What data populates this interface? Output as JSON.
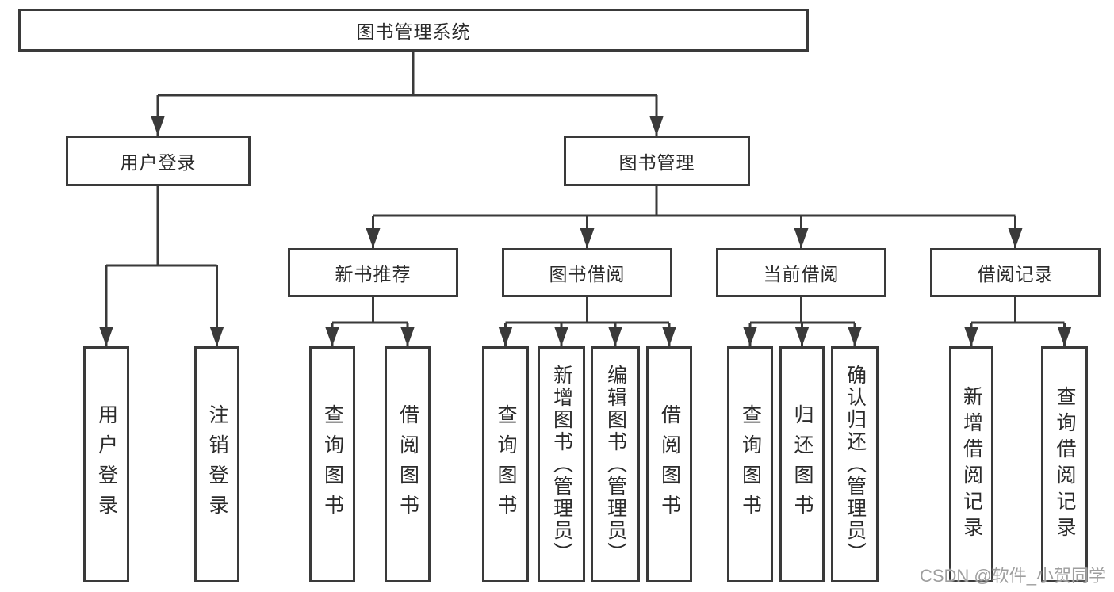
{
  "diagram_title": "图书管理系统",
  "hierarchy": {
    "label": "图书管理系统",
    "children": [
      {
        "label": "用户登录",
        "children": [
          {
            "label": "用户登录"
          },
          {
            "label": "注销登录"
          }
        ]
      },
      {
        "label": "图书管理",
        "children": [
          {
            "label": "新书推荐",
            "children": [
              {
                "label": "查询图书"
              },
              {
                "label": "借阅图书"
              }
            ]
          },
          {
            "label": "图书借阅",
            "children": [
              {
                "label": "查询图书"
              },
              {
                "label": "新增图书（管理员）"
              },
              {
                "label": "编辑图书（管理员）"
              },
              {
                "label": "借阅图书"
              }
            ]
          },
          {
            "label": "当前借阅",
            "children": [
              {
                "label": "查询图书"
              },
              {
                "label": "归还图书"
              },
              {
                "label": "确认归还（管理员）"
              }
            ]
          },
          {
            "label": "借阅记录",
            "children": [
              {
                "label": "新增借阅记录"
              },
              {
                "label": "查询借阅记录"
              }
            ]
          }
        ]
      }
    ]
  },
  "watermark": {
    "text": "CSDN @软件_小贺同学"
  },
  "colors": {
    "line": "#3a3a3a",
    "text": "#2b2b2b",
    "box_background": "#ffffff",
    "page_background": "#ffffff",
    "watermark": "#9e9e9e"
  }
}
